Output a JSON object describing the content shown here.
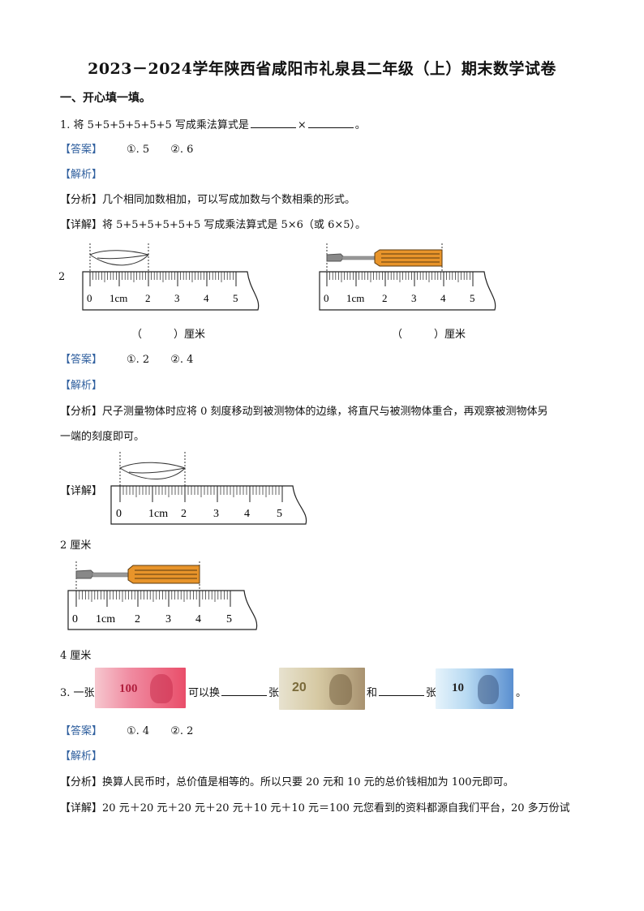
{
  "title": "2023－2024学年陕西省咸阳市礼泉县二年级（上）期末数学试卷",
  "section1": "一、开心填一填。",
  "labels": {
    "answer": "【答案】",
    "analysis": "【解析】",
    "fenxi": "【分析】",
    "xiangjie": "【详解】"
  },
  "q1": {
    "stem_prefix": "1. 将 5+5+5+5+5+5 写成乘法算式是",
    "times": "×",
    "stem_suffix": "。",
    "answers": [
      "①. 5",
      "②. 6"
    ],
    "fenxi": "几个相同加数相加，可以写成加数与个数相乘的形式。",
    "xiangjie": "将 5+5+5+5+5+5 写成乘法算式是 5×6（或 6×5）。"
  },
  "q2": {
    "number": "2",
    "blank_left": "（　　　）厘米",
    "blank_right": "（　　　）厘米",
    "ruler_ticks": [
      "0",
      "1cm",
      "2",
      "3",
      "4",
      "5"
    ],
    "answers": [
      "①. 2",
      "②. 4"
    ],
    "fenxi_line1": "尺子测量物体时应将 0 刻度移动到被测物体的边缘，将直尺与被测物体重合，再观察被测物体另",
    "fenxi_line2": "一端的刻度即可。",
    "result1": "2 厘米",
    "result2": "4 厘米"
  },
  "q3": {
    "prefix": "3. 一张",
    "mid1": "可以换",
    "zhang1": "张",
    "he": "和",
    "zhang2": "张",
    "end": "。",
    "bills": [
      "100",
      "20",
      "10"
    ],
    "answers": [
      "①. 4",
      "②. 2"
    ],
    "fenxi": "换算人民币时，总价值是相等的。所以只要 20 元和 10 元的总价钱相加为 100元即可。",
    "xiangjie": "20 元＋20 元＋20 元＋20 元＋10 元＋10 元＝100 元您看到的资料都源自我们平台，20 多万份试"
  },
  "colors": {
    "label_blue": "#2f5f9e",
    "handle_orange": "#e8942a",
    "bill100": "#e94e6a",
    "bill20": "#c9b48a",
    "bill10": "#5a8fd0"
  }
}
